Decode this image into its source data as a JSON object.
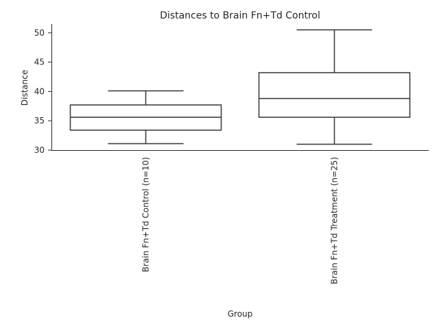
{
  "chart_data": {
    "type": "box",
    "title": "Distances to Brain Fn+Td Control",
    "xlabel": "Group",
    "ylabel": "Distance",
    "ylim": [
      30,
      51.5
    ],
    "yticks": [
      30,
      35,
      40,
      45,
      50
    ],
    "categories": [
      "Brain Fn+Td Control (n=10)",
      "Brain Fn+Td Treatment (n=25)"
    ],
    "boxes": [
      {
        "whisker_low": 31.1,
        "q1": 33.4,
        "median": 35.6,
        "q3": 37.7,
        "whisker_high": 40.1
      },
      {
        "whisker_low": 31.0,
        "q1": 35.6,
        "median": 38.8,
        "q3": 43.2,
        "whisker_high": 50.5
      }
    ],
    "grid": false,
    "legend": "none"
  }
}
